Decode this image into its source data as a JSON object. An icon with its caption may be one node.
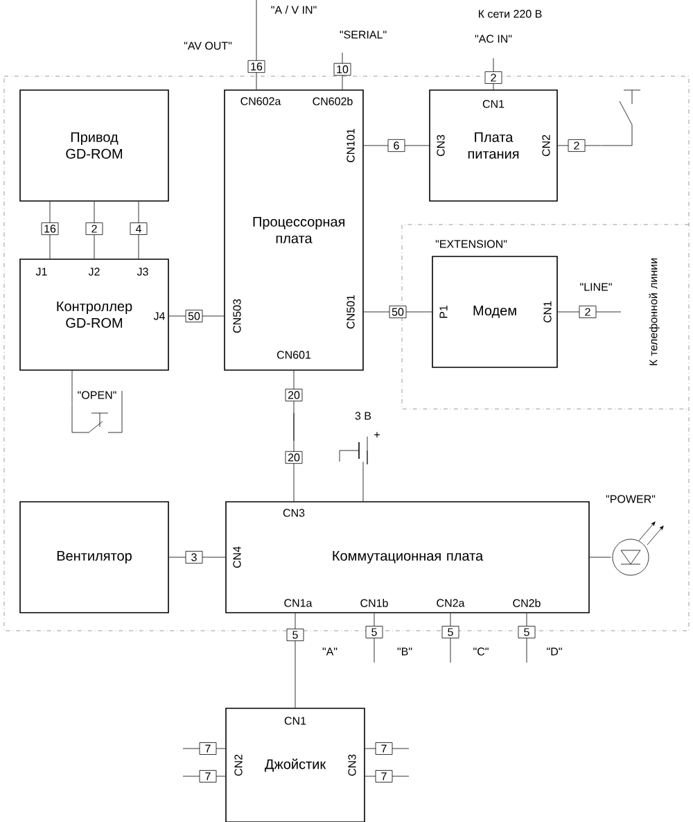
{
  "diagram": {
    "nodes": [
      {
        "text": [
          "Привод GD-ROM"
        ]
      },
      {
        "text": [
          "Процессорная плата"
        ]
      },
      {
        "text": [
          "Плата питания"
        ]
      },
      {
        "text": [
          "Контроллер GD-ROM"
        ]
      },
      {
        "text": [
          "Модем"
        ]
      },
      {
        "text": [
          "Вентилятор"
        ]
      },
      {
        "text": [
          "Коммутационная плата"
        ]
      },
      {
        "text": [
          "Джойстик"
        ]
      },
      {
        "text": [],
        "shape": "switch"
      },
      {
        "text": [],
        "shape": "switch"
      },
      {
        "text": [],
        "shape": "battery"
      },
      {
        "text": [],
        "shape": "circle"
      }
    ],
    "edges": [
      {
        "from": 0,
        "to": 3,
        "arrow": "none",
        "label": "16"
      },
      {
        "from": 0,
        "to": 3,
        "arrow": "none",
        "label": "2"
      },
      {
        "from": 0,
        "to": 3,
        "arrow": "none",
        "label": "4"
      },
      {
        "from": 3,
        "to": 1,
        "arrow": "none",
        "label": "50"
      },
      {
        "from": 1,
        "to": null,
        "arrow": "none",
        "label": "16"
      },
      {
        "from": 1,
        "to": null,
        "arrow": "none",
        "label": "10"
      },
      {
        "from": 1,
        "to": 2,
        "arrow": "none",
        "label": "6"
      },
      {
        "from": 2,
        "to": null,
        "arrow": "none",
        "label": "2"
      },
      {
        "from": 2,
        "to": 9,
        "arrow": "none",
        "label": "2"
      },
      {
        "from": 1,
        "to": 4,
        "arrow": "none",
        "label": "50"
      },
      {
        "from": 4,
        "to": null,
        "arrow": "none",
        "label": "2"
      },
      {
        "from": 3,
        "to": 8,
        "arrow": "none"
      },
      {
        "from": 1,
        "to": 6,
        "arrow": "none",
        "label": "20"
      },
      {
        "from": 6,
        "to": 5,
        "arrow": "none",
        "label": "3"
      },
      {
        "from": 6,
        "to": 10,
        "arrow": "none"
      },
      {
        "from": 6,
        "to": 11,
        "arrow": "none"
      },
      {
        "from": 6,
        "to": 7,
        "arrow": "none",
        "label": "5"
      },
      {
        "from": 6,
        "to": null,
        "arrow": "none",
        "label": "5"
      },
      {
        "from": 6,
        "to": null,
        "arrow": "none",
        "label": "5"
      },
      {
        "from": 6,
        "to": null,
        "arrow": "none",
        "label": "5"
      },
      {
        "from": 7,
        "to": null,
        "arrow": "none",
        "label": "7"
      },
      {
        "from": 7,
        "to": null,
        "arrow": "none",
        "label": "7"
      },
      {
        "from": 7,
        "to": null,
        "arrow": "none",
        "label": "7"
      },
      {
        "from": 7,
        "to": null,
        "arrow": "none",
        "label": "7"
      }
    ],
    "labels": [
      "\"A / V IN\"",
      "\"AV OUT\"",
      "\"SERIAL\"",
      "К сети 220 В",
      "\"AC IN\"",
      "CN602a",
      "CN602b",
      "CN101",
      "CN3",
      "CN1",
      "CN2",
      "J1",
      "J2",
      "J3",
      "J4",
      "CN503",
      "CN501",
      "\"EXTENSION\"",
      "P1",
      "CN1",
      "\"LINE\"",
      "К телефонной линии",
      "CN601",
      "\"OPEN\"",
      "3 В",
      "+",
      "20",
      "CN3",
      "\"POWER\"",
      "CN4",
      "CN1a",
      "CN1b",
      "CN2a",
      "CN2b",
      "\"A\"",
      "\"B\"",
      "\"C\"",
      "\"D\"",
      "CN1",
      "CN2",
      "CN3"
    ]
  }
}
